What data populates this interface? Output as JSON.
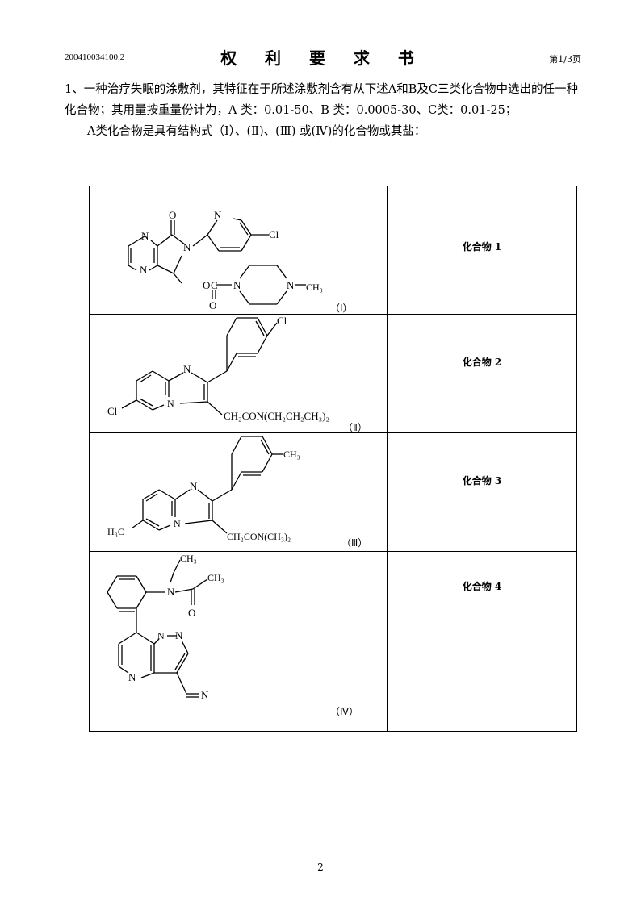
{
  "header": {
    "doc_number": "200410034100.2",
    "title": "权 利 要 求 书",
    "page_of": "第1/3页"
  },
  "claim": {
    "lines": [
      "1、一种治疗失眠的涂敷剂，其特征在于所述涂敷剂含有从下述A和B及C三类化合物中选出的任一种化合物；其用量按重量份计为，A 类：0.01-50、B 类：0.0005-30、C类：0.01-25；",
      "A类化合物是具有结构式（Ⅰ）、(Ⅱ)、(Ⅲ) 或(Ⅳ)的化合物或其盐："
    ]
  },
  "compounds": [
    {
      "formula_label": "（Ⅰ）",
      "name": "化合物 1",
      "atoms": [
        "O",
        "N",
        "N",
        "N",
        "N",
        "Cl",
        "O",
        "C",
        "N",
        "N",
        "CH₃",
        "O"
      ]
    },
    {
      "formula_label": "（Ⅱ）",
      "name": "化合物 2",
      "atoms": [
        "Cl",
        "N",
        "N",
        "Cl",
        "CH₂CON(CH₂CH₂CH₃)₂"
      ]
    },
    {
      "formula_label": "（Ⅲ）",
      "name": "化合物 3",
      "atoms": [
        "CH₃",
        "N",
        "N",
        "H₃C",
        "CH₂CON(CH₃)₂"
      ]
    },
    {
      "formula_label": "（Ⅳ）",
      "name": "化合物 4",
      "atoms": [
        "CH₃",
        "N",
        "CH₃",
        "O",
        "N",
        "N",
        "N",
        "N"
      ]
    }
  ],
  "page_number": "2"
}
